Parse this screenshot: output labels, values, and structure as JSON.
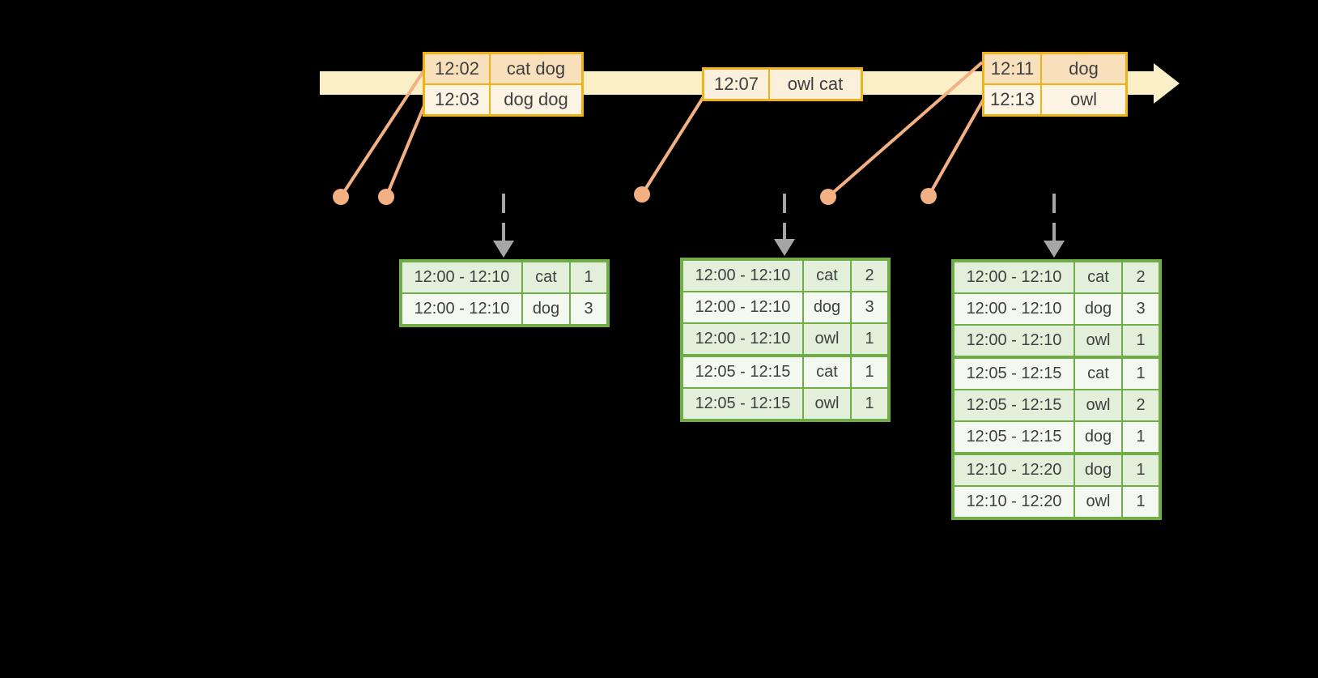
{
  "colors": {
    "background": "#000000",
    "timeline_fill": "#FAEFC7",
    "event_border": "#EFB319",
    "event_row_primary": "#F9E0BD",
    "event_row_secondary": "#FDF4E4",
    "event_row_single": "#FCEFDB",
    "connector": "#F3B183",
    "trigger_arrow": "#A6A6A6",
    "result_border": "#70AD47",
    "result_row_tint": "#E2EFDA",
    "result_row_light": "#F3F8F0",
    "text": "#3F3F3F"
  },
  "event_groups": [
    {
      "rows": [
        {
          "time": "12:02",
          "words": "cat dog"
        },
        {
          "time": "12:03",
          "words": "dog dog"
        }
      ]
    },
    {
      "rows": [
        {
          "time": "12:07",
          "words": "owl cat"
        }
      ]
    },
    {
      "rows": [
        {
          "time": "12:11",
          "words": "dog"
        },
        {
          "time": "12:13",
          "words": "owl"
        }
      ]
    }
  ],
  "result_tables": [
    {
      "rows": [
        {
          "window": "12:00 - 12:10",
          "word": "cat",
          "count": "1"
        },
        {
          "window": "12:00 - 12:10",
          "word": "dog",
          "count": "3"
        }
      ]
    },
    {
      "rows": [
        {
          "window": "12:00 - 12:10",
          "word": "cat",
          "count": "2"
        },
        {
          "window": "12:00 - 12:10",
          "word": "dog",
          "count": "3"
        },
        {
          "window": "12:00 - 12:10",
          "word": "owl",
          "count": "1"
        },
        {
          "window": "12:05 - 12:15",
          "word": "cat",
          "count": "1"
        },
        {
          "window": "12:05 - 12:15",
          "word": "owl",
          "count": "1"
        }
      ]
    },
    {
      "rows": [
        {
          "window": "12:00 - 12:10",
          "word": "cat",
          "count": "2"
        },
        {
          "window": "12:00 - 12:10",
          "word": "dog",
          "count": "3"
        },
        {
          "window": "12:00 - 12:10",
          "word": "owl",
          "count": "1"
        },
        {
          "window": "12:05 - 12:15",
          "word": "cat",
          "count": "1"
        },
        {
          "window": "12:05 - 12:15",
          "word": "owl",
          "count": "2"
        },
        {
          "window": "12:05 - 12:15",
          "word": "dog",
          "count": "1"
        },
        {
          "window": "12:10 - 12:20",
          "word": "dog",
          "count": "1"
        },
        {
          "window": "12:10 - 12:20",
          "word": "owl",
          "count": "1"
        }
      ]
    }
  ]
}
